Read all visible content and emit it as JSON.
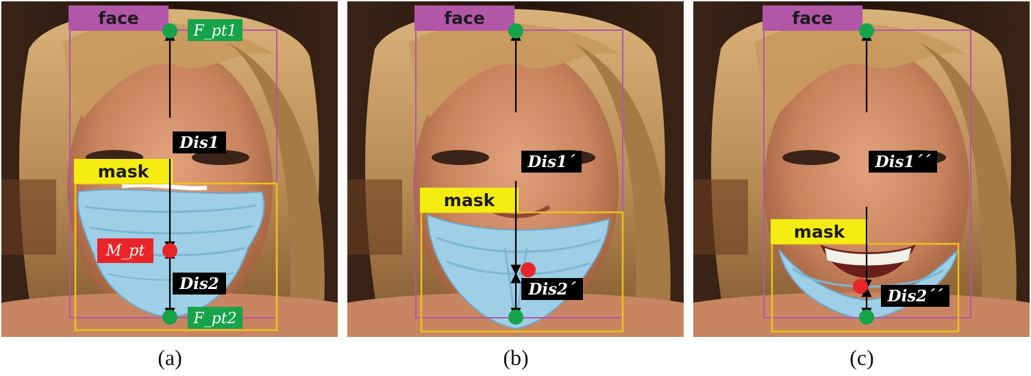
{
  "colors": {
    "face_tag": "#b256a8",
    "face_box": "#b256a8",
    "mask_tag": "#f5ec12",
    "mask_box": "#eec21a",
    "green_pt": "#16a34a",
    "red_pt": "#e8262a",
    "arrow": "#000000",
    "label_bg": "#000000",
    "mask_fill": "#9ecfe6",
    "mask_fold": "#7db6d2"
  },
  "panels": [
    {
      "caption": "(a)",
      "face_label": "face",
      "mask_label": "mask",
      "dis1_label": "Dis1",
      "dis2_label": "Dis2",
      "f_pt1_label": "F_pt1",
      "f_pt2_label": "F_pt2",
      "m_pt_label": "M_pt"
    },
    {
      "caption": "(b)",
      "face_label": "face",
      "mask_label": "mask",
      "dis1_label": "Dis1´",
      "dis2_label": "Dis2´"
    },
    {
      "caption": "(c)",
      "face_label": "face",
      "mask_label": "mask",
      "dis1_label": "Dis1´´",
      "dis2_label": "Dis2´´"
    }
  ]
}
